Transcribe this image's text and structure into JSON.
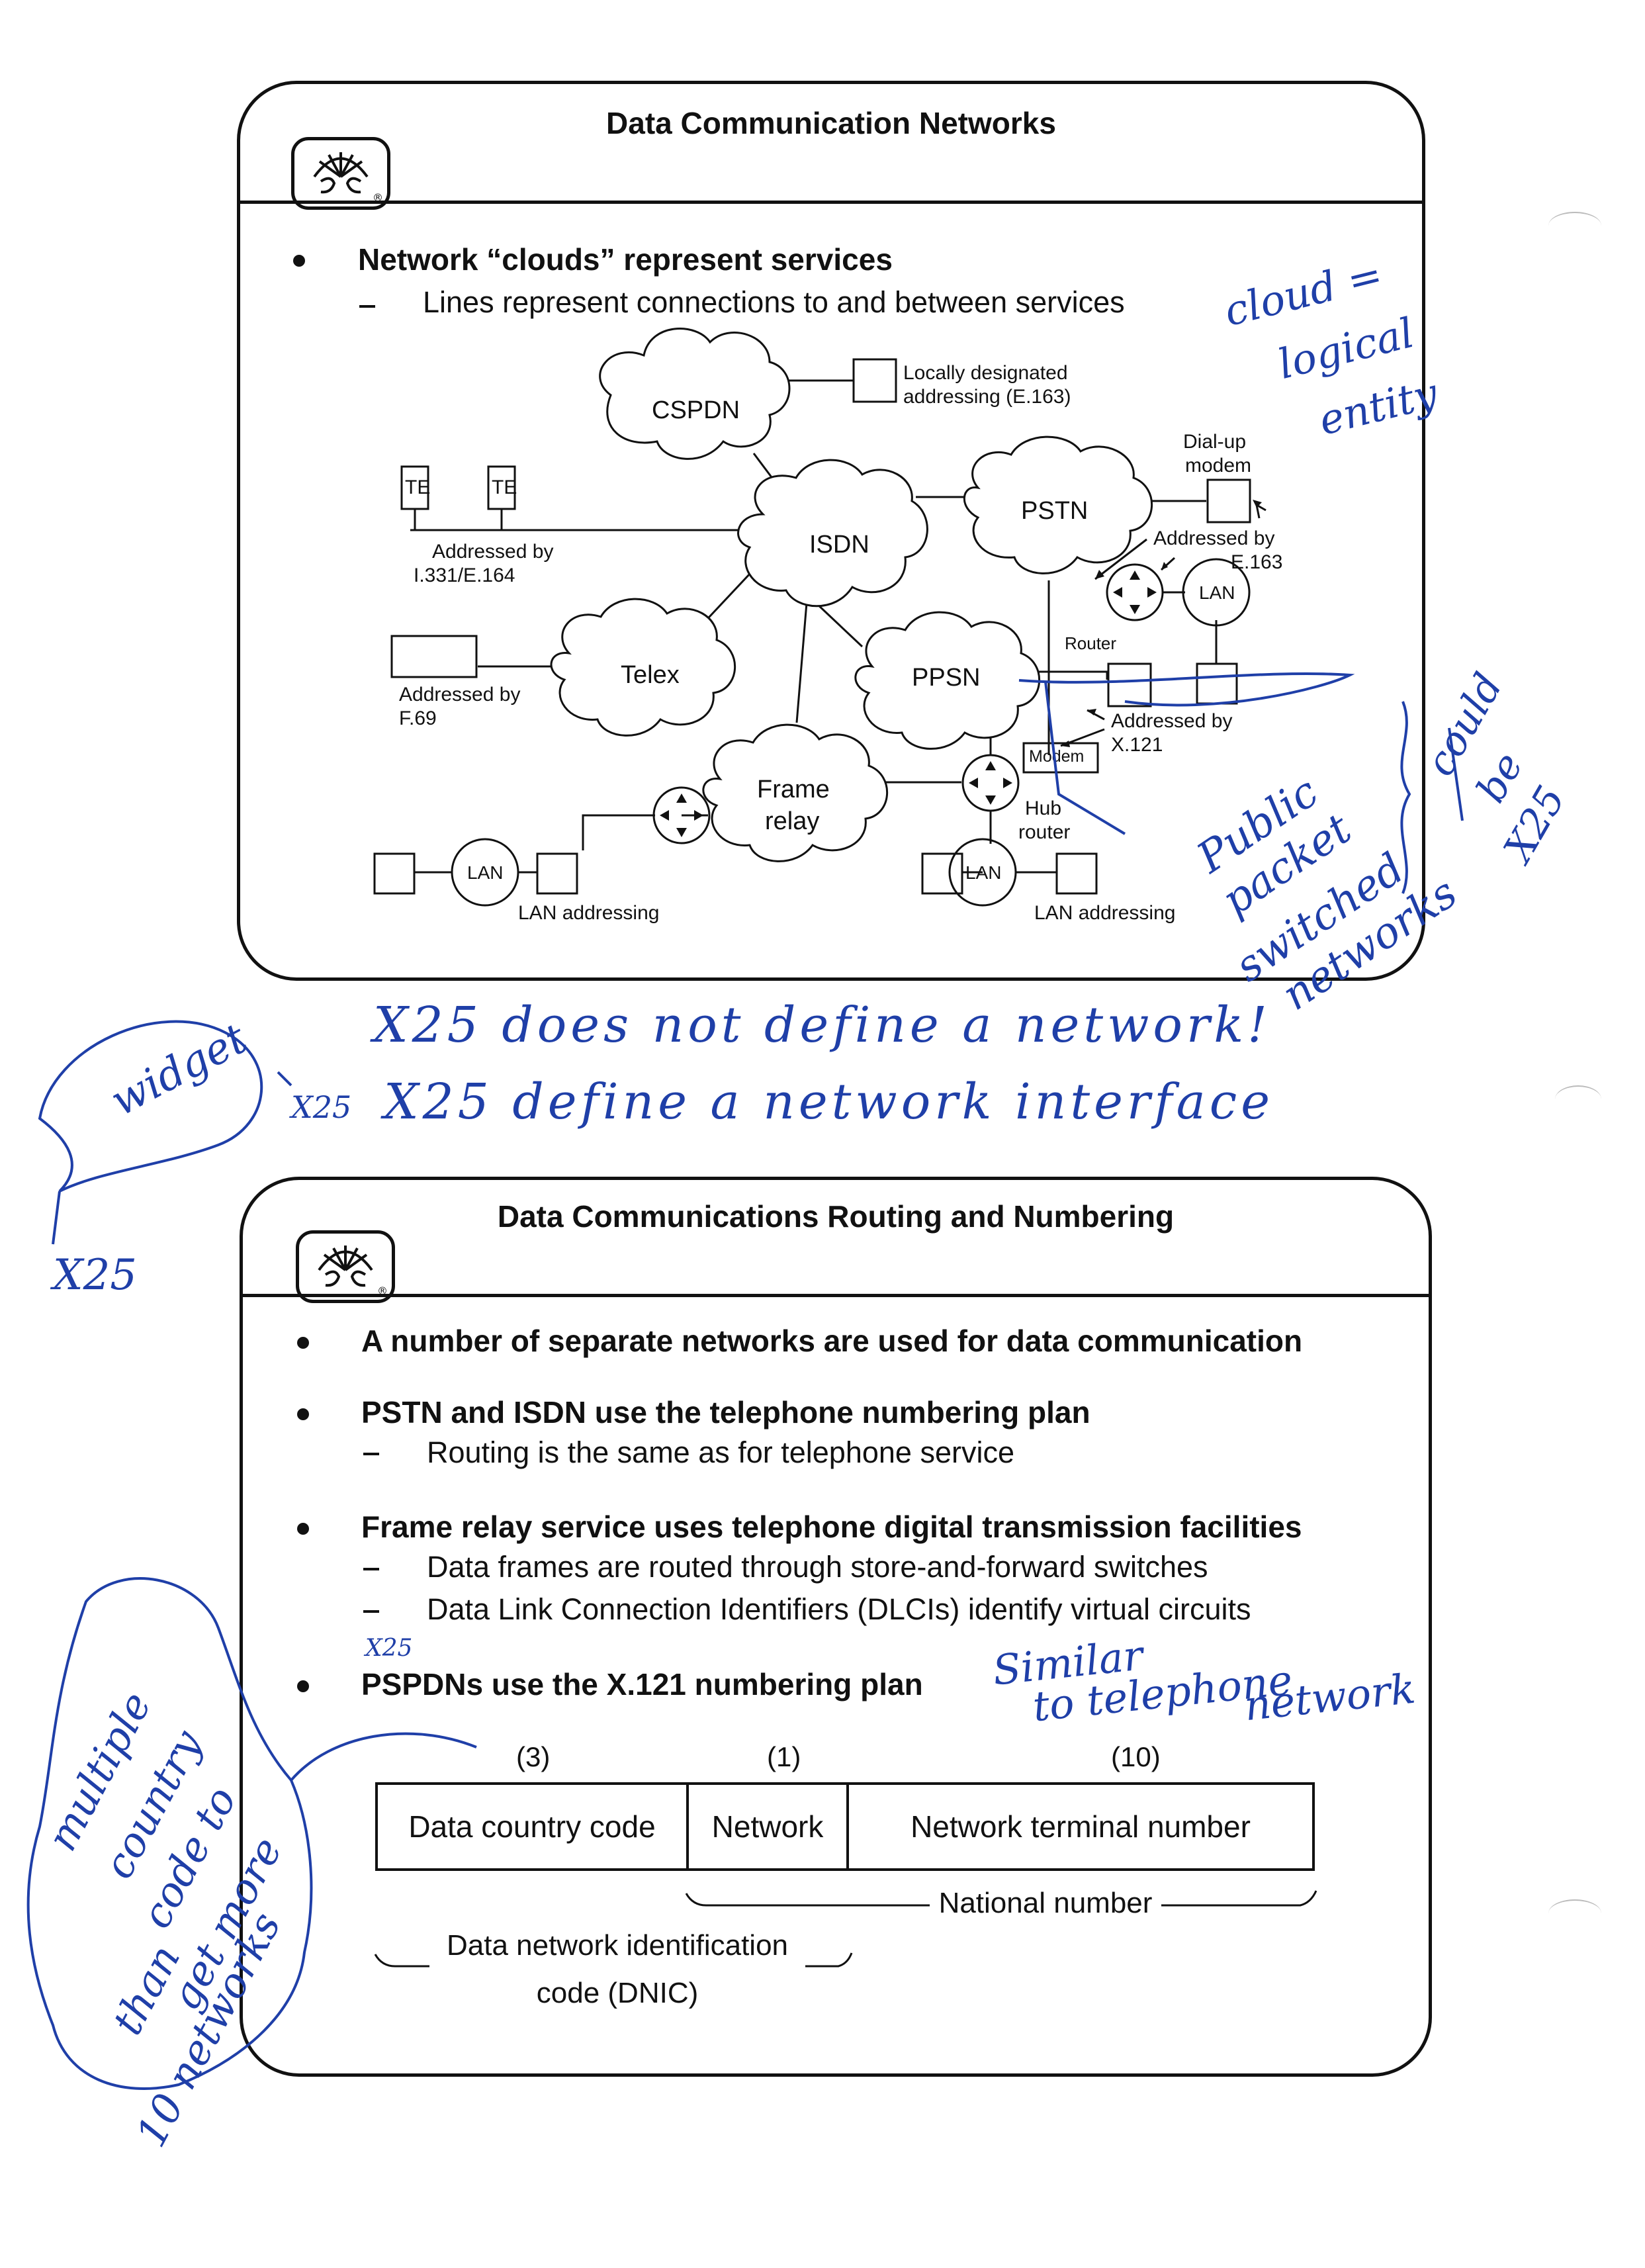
{
  "slide1": {
    "title": "Data Communication Networks",
    "bullet": "Network “clouds” represent services",
    "sub": "Lines represent connections to and between services",
    "diagram": {
      "clouds": [
        "CSPDN",
        "ISDN",
        "PSTN",
        "Telex",
        "PPSN",
        "Frame",
        "relay"
      ],
      "te": [
        "TE",
        "TE"
      ],
      "labels": {
        "locally_1": "Locally designated",
        "locally_2": "addressing (E.163)",
        "dialup_1": "Dial-up",
        "dialup_2": "modem",
        "isdn_addr_1": "Addressed by",
        "isdn_addr_2": "I.331/E.164",
        "pstn_addr_1": "Addressed by",
        "pstn_addr_2": "E.163",
        "telex_addr_1": "Addressed by",
        "telex_addr_2": "F.69",
        "router": "Router",
        "x121_addr_1": "Addressed by",
        "x121_addr_2": "X.121",
        "modem": "Modem",
        "hub_1": "Hub",
        "hub_2": "router",
        "lan": "LAN",
        "lan_addressing": "LAN addressing"
      }
    }
  },
  "slide2": {
    "title": "Data Communications Routing and Numbering",
    "bullets": [
      {
        "text": "A number of separate networks are used for data communication",
        "subs": []
      },
      {
        "text": "PSTN and ISDN use the telephone numbering plan",
        "subs": [
          "Routing is the same as for telephone service"
        ]
      },
      {
        "text": "Frame relay service uses telephone digital transmission facilities",
        "subs": [
          "Data frames are routed through store-and-forward switches",
          "Data Link Connection Identifiers (DLCIs) identify virtual circuits"
        ]
      },
      {
        "text": "PSPDNs use the X.121 numbering plan",
        "subs": []
      }
    ],
    "x121": {
      "digits": [
        "(3)",
        "(1)",
        "(10)"
      ],
      "fields": [
        "Data country code",
        "Network",
        "Network terminal number"
      ],
      "national": "National number",
      "dnic_1": "Data network identification",
      "dnic_2": "code (DNIC)"
    }
  },
  "handwriting": {
    "cloud_note": [
      "cloud =",
      "logical",
      "entity"
    ],
    "public_note": [
      "Public",
      "packet",
      "switched",
      "networks"
    ],
    "could_note": [
      "could",
      "be",
      "X25"
    ],
    "x25_line1": "X25  does not define a network!",
    "x25_line2": "X25  define a network interface",
    "x25_small": "X25",
    "widget": "widget",
    "x25_left": "X25",
    "x25_over": "X25",
    "similar": [
      "Similar",
      "to telephone",
      "network"
    ],
    "multiple": [
      "multiple",
      "country",
      "code to",
      "get more",
      "than",
      "10 networks"
    ]
  },
  "colors": {
    "ink": "#111111",
    "pen": "#1f3fa8"
  }
}
